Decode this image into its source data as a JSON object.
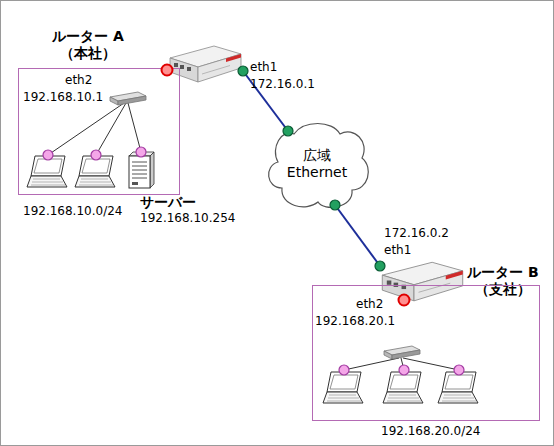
{
  "diagram": {
    "nodes": [
      {
        "text": [
          "ルーター A （本社）"
        ]
      },
      {
        "text": [
          "eth2",
          "192.168.10.1",
          "192.168.10.0/24"
        ]
      },
      {
        "text": [
          "サーバー",
          "192.168.10.254"
        ],
        "in": 1
      },
      {
        "text": [
          "広域 Ethernet"
        ]
      },
      {
        "text": [
          "ルーター B （支社）"
        ]
      },
      {
        "text": [
          "eth2",
          "192.168.20.1",
          "192.168.20.0/24"
        ]
      }
    ],
    "edges": [
      {
        "from": 0,
        "to": 3,
        "arrow": "none"
      },
      {
        "from": 3,
        "to": 4,
        "arrow": "none"
      }
    ],
    "labels": [
      "eth1",
      "172.16.0.1",
      "172.16.0.2",
      "eth1"
    ]
  }
}
